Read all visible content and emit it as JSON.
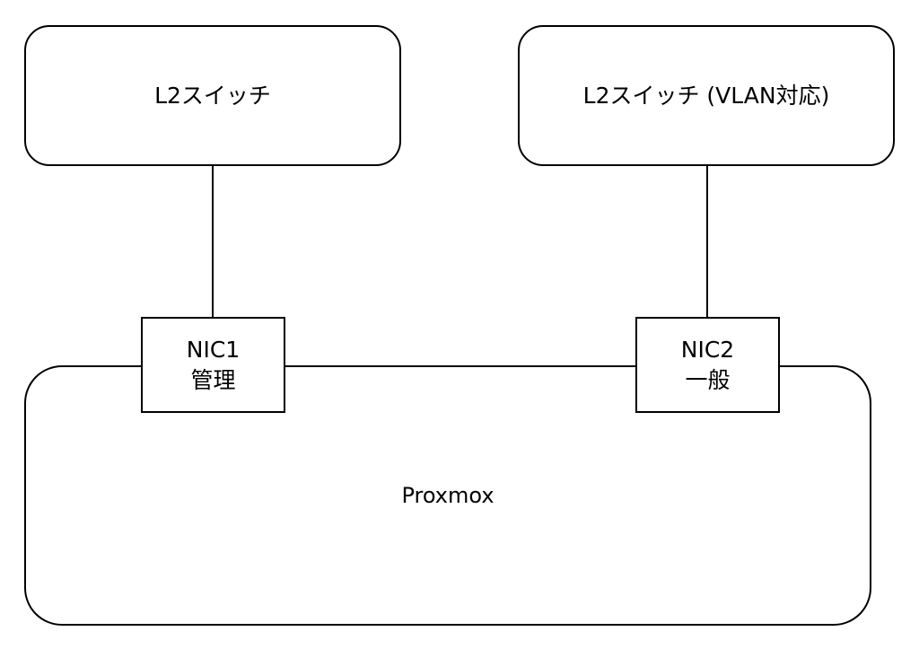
{
  "nodes": {
    "switch_left": "L2スイッチ",
    "switch_right": "L2スイッチ (VLAN対応)",
    "proxmox": "Proxmox"
  },
  "nics": [
    {
      "name": "NIC1",
      "role": "管理"
    },
    {
      "name": "NIC2",
      "role": "一般"
    }
  ],
  "colors": {
    "stroke": "#000000",
    "fill": "#ffffff"
  }
}
